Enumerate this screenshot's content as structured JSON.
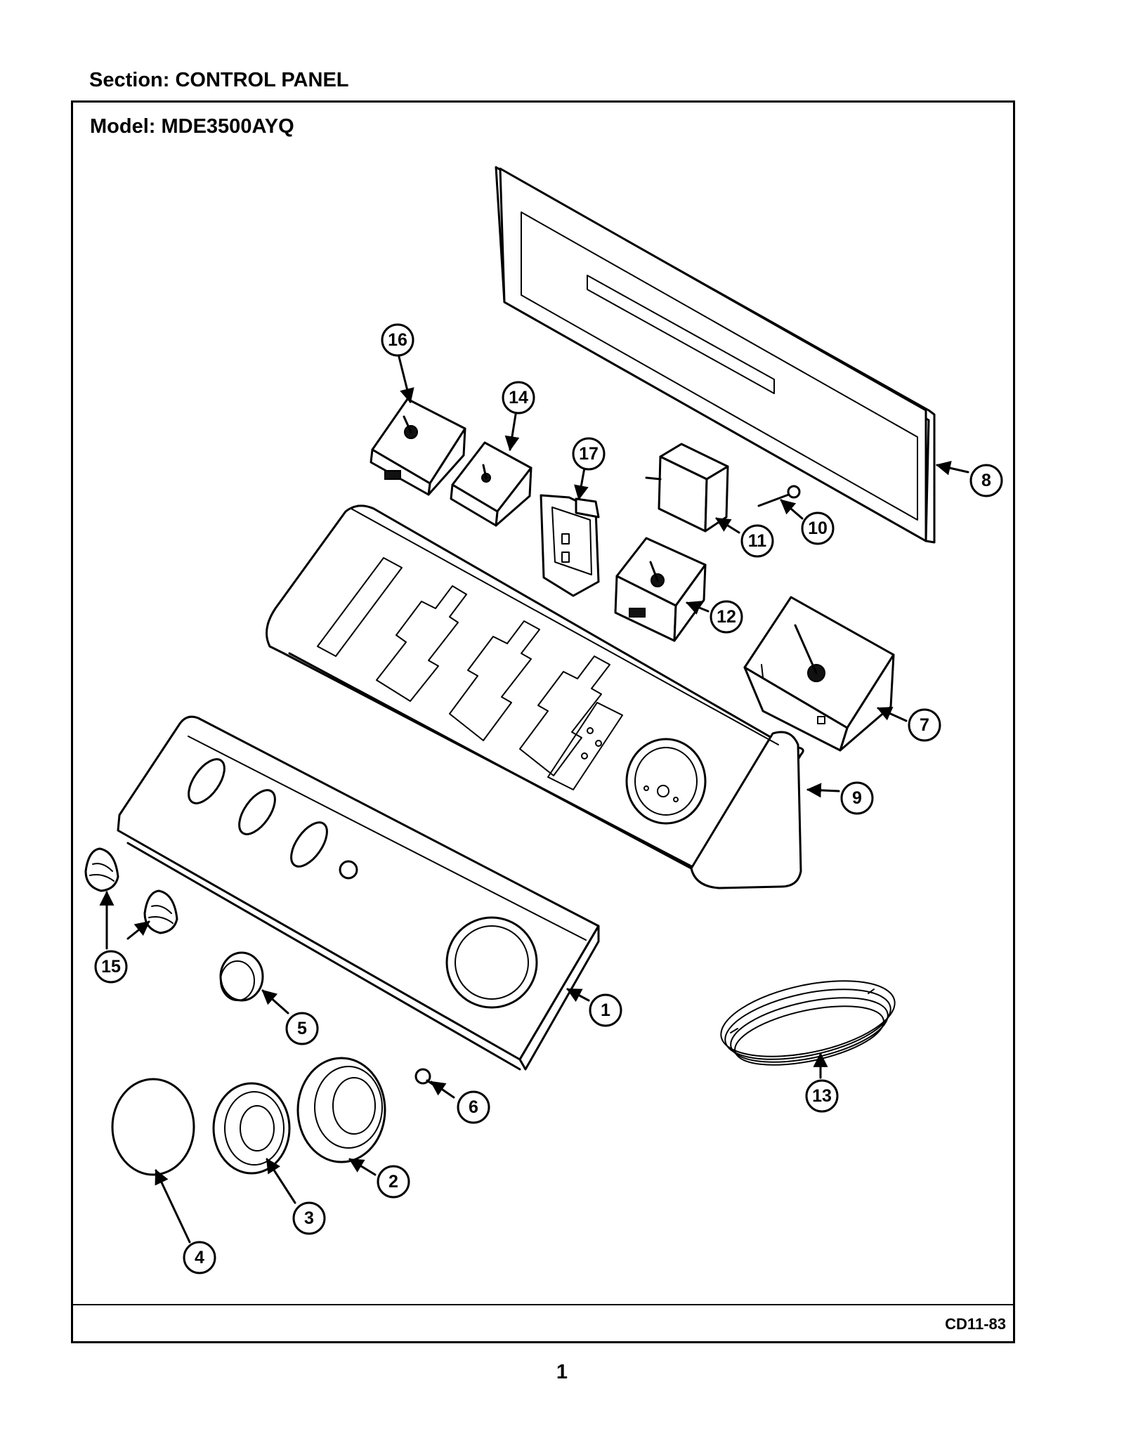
{
  "header": {
    "section": "Section:  CONTROL PANEL"
  },
  "frame": {
    "model": "Model:  MDE3500AYQ",
    "code": "CD11-83"
  },
  "page_number": "1",
  "callouts": [
    "1",
    "2",
    "3",
    "4",
    "5",
    "6",
    "7",
    "8",
    "9",
    "10",
    "11",
    "12",
    "13",
    "14",
    "15",
    "16",
    "17"
  ]
}
